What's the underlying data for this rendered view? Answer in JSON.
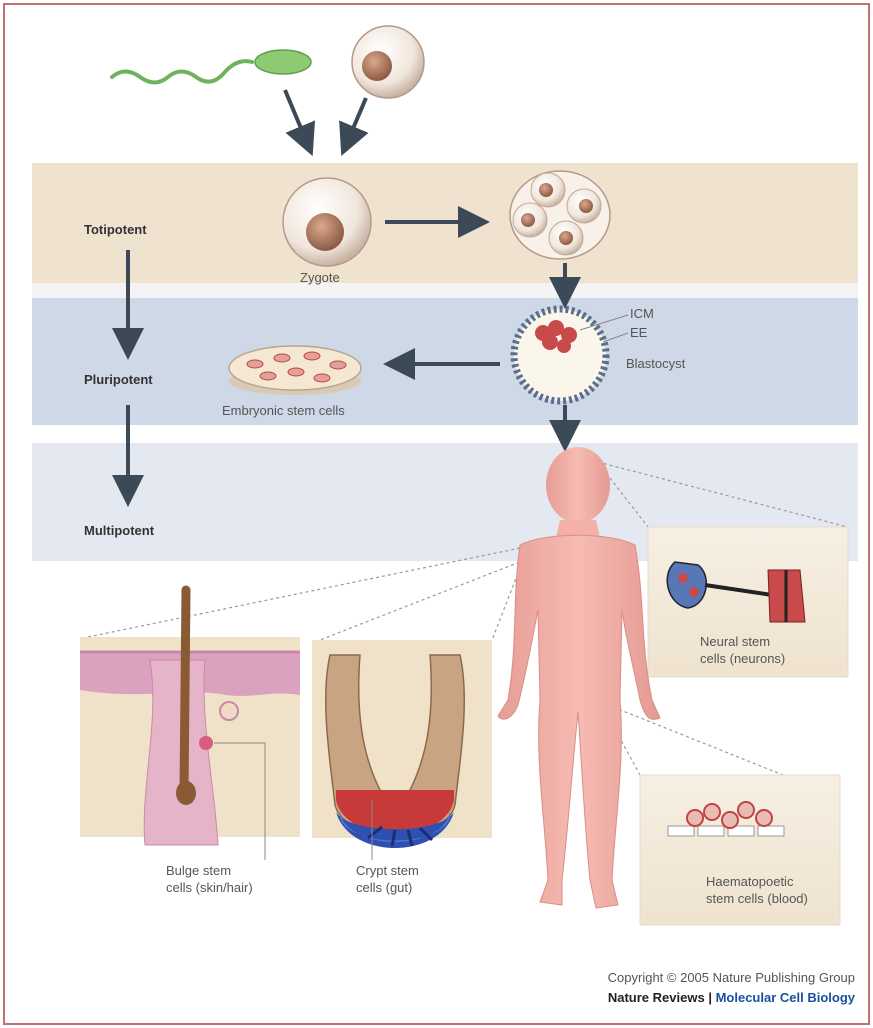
{
  "levels": {
    "totipotent": "Totipotent",
    "pluripotent": "Pluripotent",
    "multipotent": "Multipotent"
  },
  "labels": {
    "zygote": "Zygote",
    "icm": "ICM",
    "ee": "EE",
    "blastocyst": "Blastocyst",
    "embryonic_stem_cells": "Embryonic stem cells",
    "neural_line1": "Neural stem",
    "neural_line2": "cells (neurons)",
    "bulge_line1": "Bulge stem",
    "bulge_line2": "cells (skin/hair)",
    "crypt_line1": "Crypt stem",
    "crypt_line2": "cells (gut)",
    "haem_line1": "Haematopoetic",
    "haem_line2": "stem cells (blood)"
  },
  "credit": {
    "copyright": "Copyright © 2005 Nature Publishing Group",
    "journal": "Nature Reviews",
    "separator": "|",
    "section": "Molecular Cell Biology"
  },
  "colors": {
    "band_totipotent": "#efe2cf",
    "band_pluripotent": "#cfd8e6",
    "band_multipotent": "#dfe5ee",
    "arrow": "#3c4a57",
    "body_skin": "#f1aca4",
    "border": "#c07070",
    "journal_blue": "#1a4f9e"
  }
}
